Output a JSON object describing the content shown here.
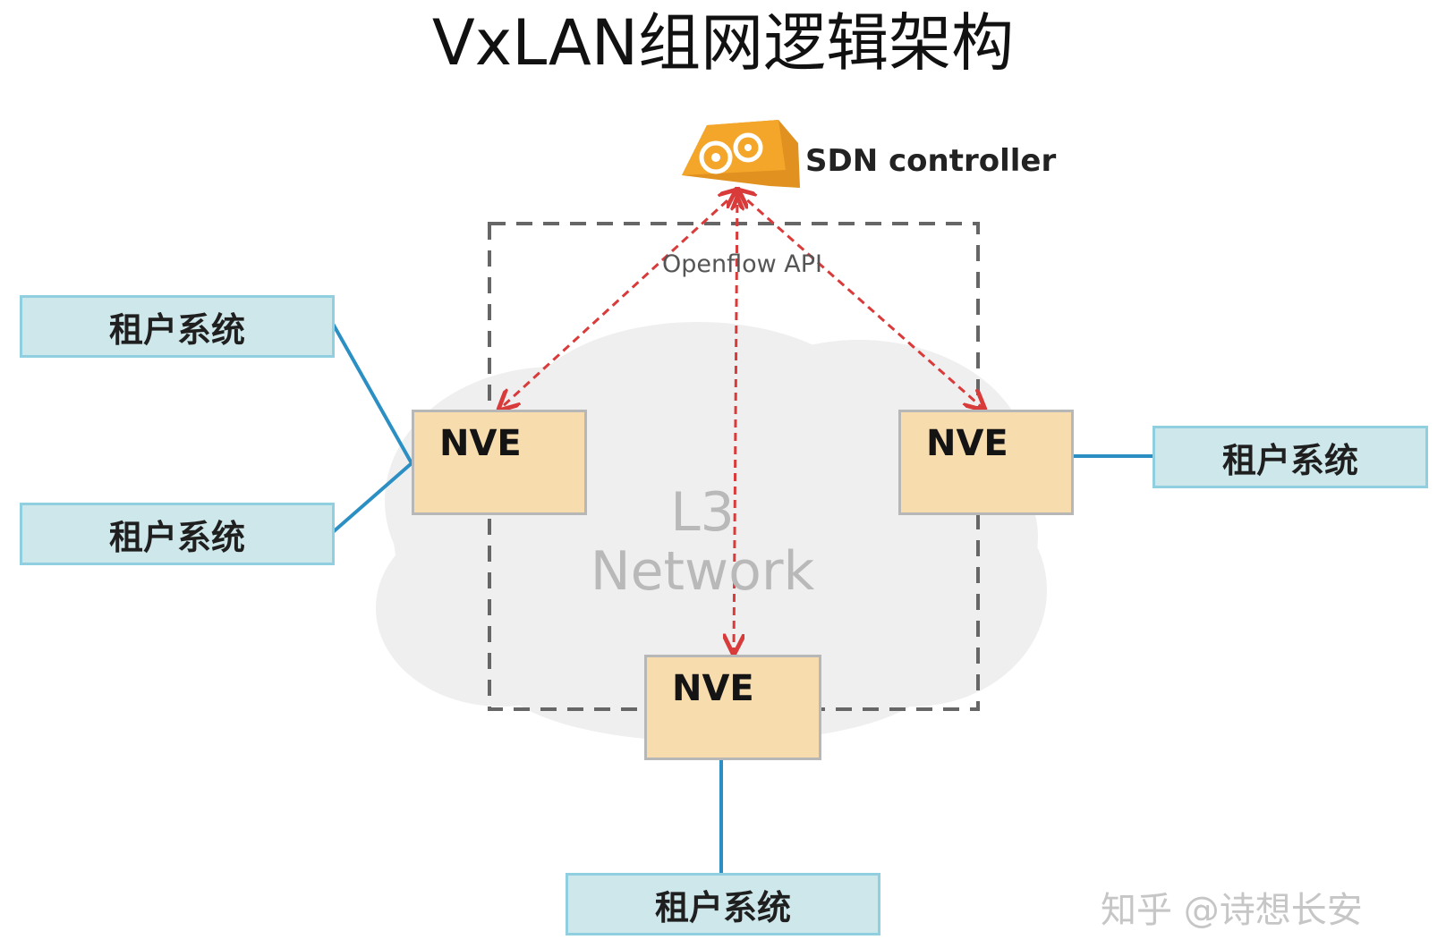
{
  "title": "VxLAN组网逻辑架构",
  "controller": {
    "label": "SDN controller",
    "icon": "gear-router-icon",
    "color": "#f4a62a"
  },
  "protocol_label": "Openflow  API",
  "network_label": {
    "line1": "L3",
    "line2": "Network"
  },
  "nve_nodes": [
    {
      "label": "NVE"
    },
    {
      "label": "NVE"
    },
    {
      "label": "NVE"
    }
  ],
  "tenant_systems": [
    {
      "label": "租户系统"
    },
    {
      "label": "租户系统"
    },
    {
      "label": "租户系统"
    },
    {
      "label": "租户系统"
    }
  ],
  "watermark": "知乎 @诗想长安",
  "colors": {
    "tenant_fill": "#cde7ea",
    "tenant_border": "#8fcfe0",
    "nve_fill": "#f7dcae",
    "link_line": "#2b8fc4",
    "control_arrow": "#d93a3a",
    "boundary": "#666666",
    "cloud": "#efefef"
  }
}
